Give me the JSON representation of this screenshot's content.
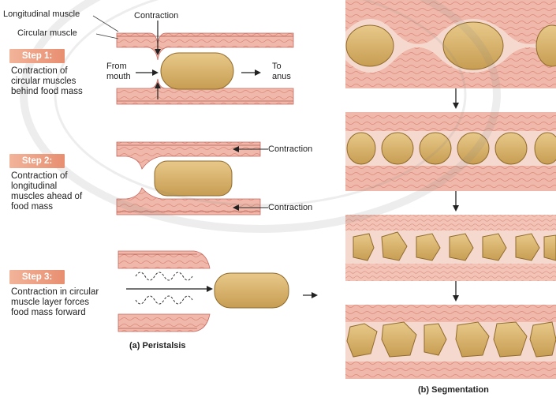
{
  "labels": {
    "longitudinal_muscle": "Longitudinal muscle",
    "circular_muscle": "Circular muscle",
    "contraction_top": "Contraction",
    "from_mouth": "From\nmouth",
    "to_anus": "To\nanus",
    "contraction_step2_top": "Contraction",
    "contraction_step2_bottom": "Contraction"
  },
  "steps": [
    {
      "badge": "Step 1:",
      "desc": "Contraction of circular muscles behind food mass"
    },
    {
      "badge": "Step 2:",
      "desc": "Contraction of longitudinal muscles ahead of food mass"
    },
    {
      "badge": "Step 3:",
      "desc": "Contraction in circular muscle layer forces food mass forward"
    }
  ],
  "captions": {
    "peristalsis": "(a) Peristalsis",
    "segmentation": "(b) Segmentation"
  },
  "colors": {
    "muscle_outer": "#e9a79b",
    "muscle_inner": "#f4c8bd",
    "tissue_line": "#c8685f",
    "food": "#d9b56e",
    "food_dark": "#b58a3a",
    "step_badge": "#e88e70"
  }
}
